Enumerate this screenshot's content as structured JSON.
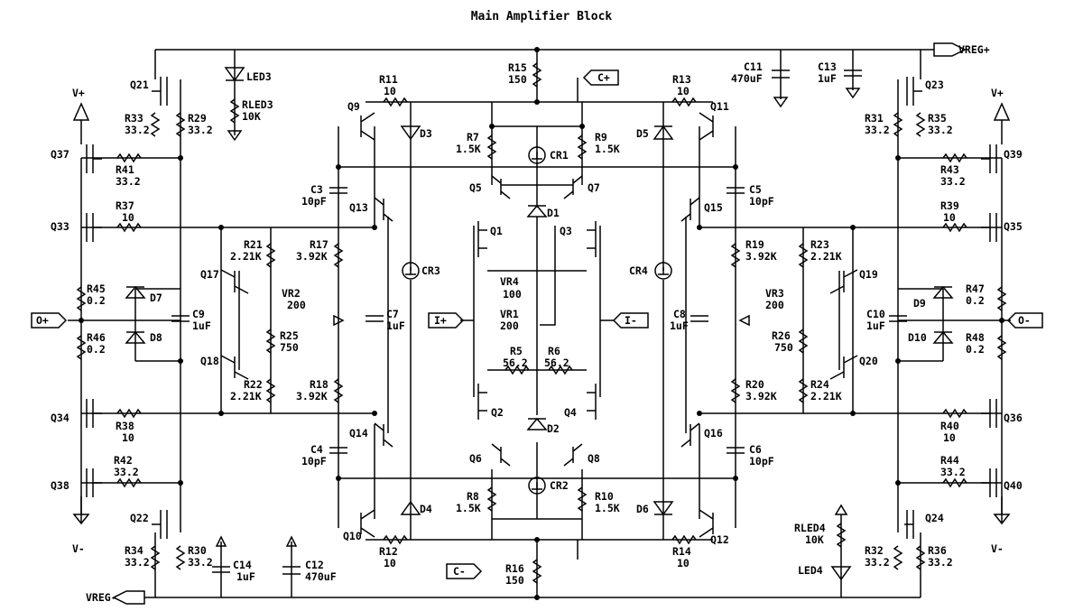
{
  "title": "Main Amplifier Block",
  "ports": {
    "vreg_pos": "VREG+",
    "vreg_neg": "VREG-",
    "c_pos": "C+",
    "c_neg": "C-",
    "i_pos": "I+",
    "i_neg": "I-",
    "o_pos": "O+",
    "o_neg": "O-"
  },
  "rails": {
    "v_plus": "V+",
    "v_minus": "V-"
  },
  "components": {
    "R15": [
      "R15",
      "150"
    ],
    "R16": [
      "R16",
      "150"
    ],
    "R11": [
      "R11",
      "10"
    ],
    "R12": [
      "R12",
      "10"
    ],
    "R13": [
      "R13",
      "10"
    ],
    "R14": [
      "R14",
      "10"
    ],
    "R7": [
      "R7",
      "1.5K"
    ],
    "R8": [
      "R8",
      "1.5K"
    ],
    "R9": [
      "R9",
      "1.5K"
    ],
    "R10": [
      "R10",
      "1.5K"
    ],
    "R5": [
      "R5",
      "56.2"
    ],
    "R6": [
      "R6",
      "56.2"
    ],
    "VR4": [
      "VR4",
      "100"
    ],
    "VR1": [
      "VR1",
      "200"
    ],
    "VR2": [
      "VR2",
      "200"
    ],
    "VR3": [
      "VR3",
      "200"
    ],
    "R17": [
      "R17",
      "3.92K"
    ],
    "R18": [
      "R18",
      "3.92K"
    ],
    "R19": [
      "R19",
      "3.92K"
    ],
    "R20": [
      "R20",
      "3.92K"
    ],
    "R21": [
      "R21",
      "2.21K"
    ],
    "R22": [
      "R22",
      "2.21K"
    ],
    "R23": [
      "R23",
      "2.21K"
    ],
    "R24": [
      "R24",
      "2.21K"
    ],
    "R25": [
      "R25",
      "750"
    ],
    "R26": [
      "R26",
      "750"
    ],
    "R29": [
      "R29",
      "33.2"
    ],
    "R30": [
      "R30",
      "33.2"
    ],
    "R31": [
      "R31",
      "33.2"
    ],
    "R32": [
      "R32",
      "33.2"
    ],
    "R33": [
      "R33",
      "33.2"
    ],
    "R34": [
      "R34",
      "33.2"
    ],
    "R35": [
      "R35",
      "33.2"
    ],
    "R36": [
      "R36",
      "33.2"
    ],
    "R37": [
      "R37",
      "10"
    ],
    "R38": [
      "R38",
      "10"
    ],
    "R39": [
      "R39",
      "10"
    ],
    "R40": [
      "R40",
      "10"
    ],
    "R41": [
      "R41",
      "33.2"
    ],
    "R42": [
      "R42",
      "33.2"
    ],
    "R43": [
      "R43",
      "33.2"
    ],
    "R44": [
      "R44",
      "33.2"
    ],
    "R45": [
      "R45",
      "0.2"
    ],
    "R46": [
      "R46",
      "0.2"
    ],
    "R47": [
      "R47",
      "0.2"
    ],
    "R48": [
      "R48",
      "0.2"
    ],
    "RLED3": [
      "RLED3",
      "10K"
    ],
    "RLED4": [
      "RLED4",
      "10K"
    ],
    "C3": [
      "C3",
      "10pF"
    ],
    "C4": [
      "C4",
      "10pF"
    ],
    "C5": [
      "C5",
      "10pF"
    ],
    "C6": [
      "C6",
      "10pF"
    ],
    "C7": [
      "C7",
      "1uF"
    ],
    "C8": [
      "C8",
      "1uF"
    ],
    "C9": [
      "C9",
      "1uF"
    ],
    "C10": [
      "C10",
      "1uF"
    ],
    "C11": [
      "C11",
      "470uF"
    ],
    "C12": [
      "C12",
      "470uF"
    ],
    "C13": [
      "C13",
      "1uF"
    ],
    "C14": [
      "C14",
      "1uF"
    ]
  },
  "labels": {
    "Q1": "Q1",
    "Q2": "Q2",
    "Q3": "Q3",
    "Q4": "Q4",
    "Q5": "Q5",
    "Q6": "Q6",
    "Q7": "Q7",
    "Q8": "Q8",
    "Q9": "Q9",
    "Q10": "Q10",
    "Q11": "Q11",
    "Q12": "Q12",
    "Q13": "Q13",
    "Q14": "Q14",
    "Q15": "Q15",
    "Q16": "Q16",
    "Q17": "Q17",
    "Q18": "Q18",
    "Q19": "Q19",
    "Q20": "Q20",
    "Q21": "Q21",
    "Q22": "Q22",
    "Q23": "Q23",
    "Q24": "Q24",
    "Q33": "Q33",
    "Q34": "Q34",
    "Q35": "Q35",
    "Q36": "Q36",
    "Q37": "Q37",
    "Q38": "Q38",
    "Q39": "Q39",
    "Q40": "Q40",
    "D1": "D1",
    "D2": "D2",
    "D3": "D3",
    "D4": "D4",
    "D5": "D5",
    "D6": "D6",
    "D7": "D7",
    "D8": "D8",
    "D9": "D9",
    "D10": "D10",
    "CR1": "CR1",
    "CR2": "CR2",
    "CR3": "CR3",
    "CR4": "CR4",
    "LED3": "LED3",
    "LED4": "LED4"
  }
}
